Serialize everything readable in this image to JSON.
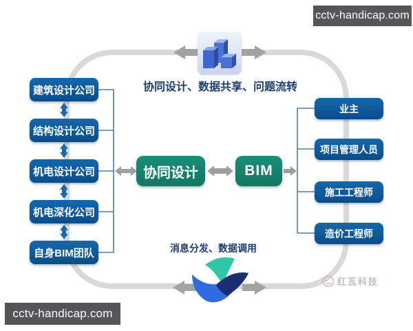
{
  "banners": {
    "top_right": "cctv-handicap.com",
    "bottom_left": "cctv-handicap.com"
  },
  "diagram": {
    "top_caption": "协同设计、数据共享、问题流转",
    "bottom_caption": "消息分发、数据调用",
    "left_column": [
      "建筑设计公司",
      "结构设计公司",
      "机电设计公司",
      "机电深化公司",
      "自身BIM团队"
    ],
    "right_column": [
      "业主",
      "项目管理人员",
      "施工工程师",
      "造价工程师"
    ],
    "hubs": {
      "collab": "协同设计",
      "bim": "BIM"
    },
    "icons": {
      "top": "blocks-3d-icon",
      "bottom": "bird-logo-icon"
    },
    "colors": {
      "node_blue": "#0f5a96",
      "hub_teal": "#15826f",
      "caption_navy": "#1e3d6e",
      "loop_gray": "#d9d9d9",
      "arrow_gray": "#a3a3a3",
      "bracket_blue": "#4d7ea8",
      "banner_gray": "#565658"
    }
  },
  "watermark": {
    "brand": "红瓦科技"
  }
}
